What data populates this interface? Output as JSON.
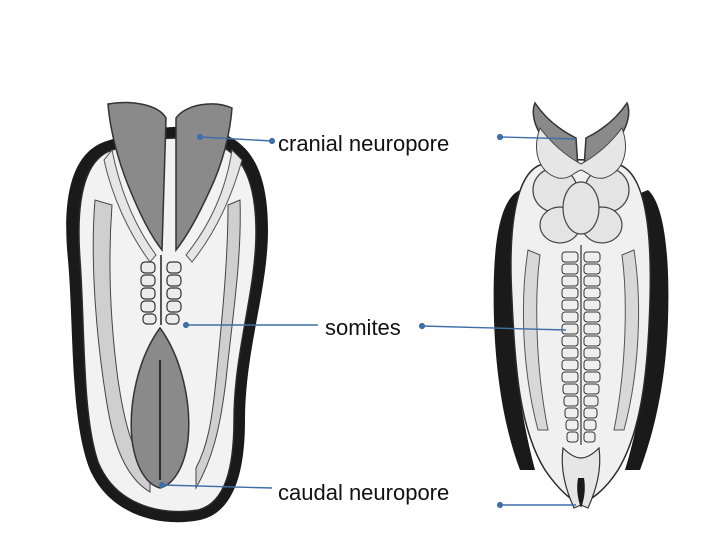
{
  "labels": {
    "cranial": "cranial neuropore",
    "somites": "somites",
    "caudal": "caudal neuropore"
  },
  "colors": {
    "arrow": "#3f6fa8",
    "tissue_dark": "#8a8a8a",
    "tissue_mid": "#bdbdbd",
    "tissue_light": "#ececec",
    "outline": "#1a1a1a"
  }
}
